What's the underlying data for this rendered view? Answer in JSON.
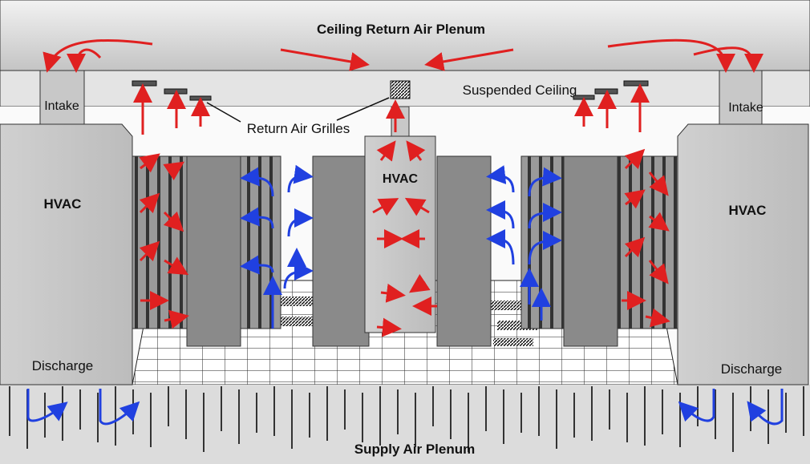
{
  "labels": {
    "ceiling_plenum": "Ceiling Return Air Plenum",
    "suspended_ceiling": "Suspended Ceiling",
    "return_air_grilles": "Return Air Grilles",
    "intake_left": "Intake",
    "intake_right": "Intake",
    "hvac_left": "HVAC",
    "hvac_center": "HVAC",
    "hvac_right": "HVAC",
    "discharge_left": "Discharge",
    "discharge_right": "Discharge",
    "supply_plenum": "Supply Air Plenum"
  },
  "colors": {
    "hot_air": "#e02020",
    "cold_air": "#2040e0",
    "hvac_unit": "#c8c8c8",
    "rack": "#8a8a8a",
    "ceiling": "#d8d8d8"
  }
}
